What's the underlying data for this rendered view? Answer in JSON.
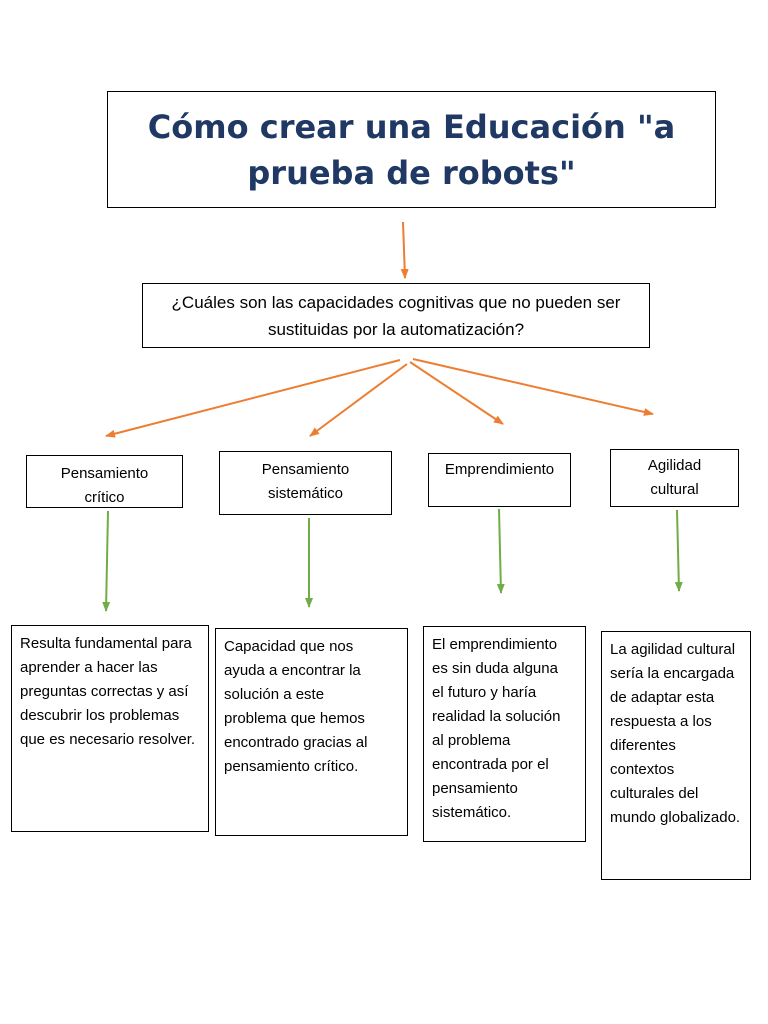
{
  "title": "Cómo crear una Educación \"a prueba de robots\"",
  "question": "¿Cuáles son las capacidades cognitivas que no pueden ser sustituidas por la automatización?",
  "categories": [
    {
      "label": "Pensamiento crítico",
      "description": "Resulta fundamental para aprender a hacer las preguntas correctas y así descubrir los problemas que es necesario resolver."
    },
    {
      "label": "Pensamiento sistemático",
      "description": "Capacidad que nos ayuda a encontrar la solución a este problema que hemos encontrado gracias al pensamiento crítico."
    },
    {
      "label": "Emprendimiento",
      "description": "El emprendimiento es sin duda alguna el futuro y haría realidad la solución al problema encontrada por el pensamiento sistemático."
    },
    {
      "label": "Agilidad cultural",
      "description": "La agilidad cultural sería la encargada de adaptar esta respuesta a los diferentes contextos culturales del mundo globalizado."
    }
  ],
  "colors": {
    "title": "#1f3864",
    "orange_arrow": "#ed7d31",
    "green_arrow": "#70ad47"
  }
}
